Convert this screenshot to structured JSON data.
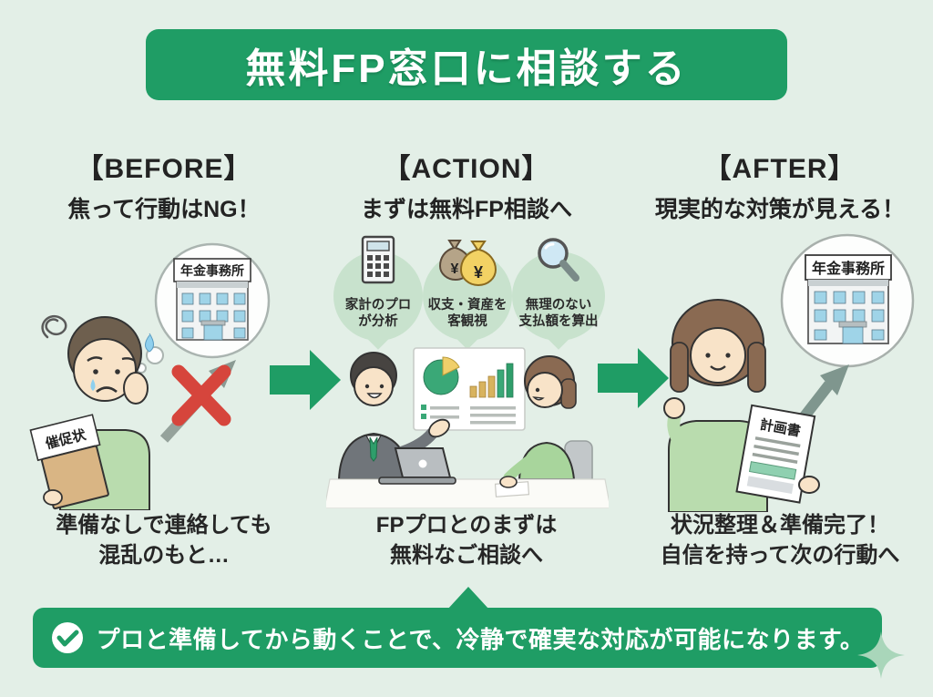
{
  "colors": {
    "background": "#e3efe7",
    "accent_green": "#1f9d65",
    "bubble_green": "#c8e2cd",
    "red_x": "#d6453c",
    "gray_arrow": "#7f968e",
    "window_blue": "#9fd4e8"
  },
  "title": "無料FP窓口に相談する",
  "before": {
    "tag": "【BEFORE】",
    "subtitle": "焦って行動はNG！",
    "thought_label": "年金事務所",
    "envelope_label": "催促状",
    "caption1": "準備なしで連絡しても",
    "caption2": "混乱のもと…"
  },
  "action": {
    "tag": "【ACTION】",
    "subtitle": "まずは無料FP相談へ",
    "bubbles": [
      {
        "icon": "calculator-icon",
        "line1": "家計のプロ",
        "line2": "が分析"
      },
      {
        "icon": "money-bags-icon",
        "line1": "収支・資産を",
        "line2": "客観視"
      },
      {
        "icon": "magnifier-icon",
        "line1": "無理のない",
        "line2": "支払額を算出"
      }
    ],
    "caption1": "FPプロとのまずは",
    "caption2": "無料なご相談へ"
  },
  "after": {
    "tag": "【AFTER】",
    "subtitle": "現実的な対策が見える！",
    "circle_label": "年金事務所",
    "document_label": "計画書",
    "caption1": "状況整理＆準備完了！",
    "caption2": "自信を持って次の行動へ"
  },
  "footer": {
    "text": "プロと準備してから動くことで、冷静で確実な対応が可能になります。"
  }
}
